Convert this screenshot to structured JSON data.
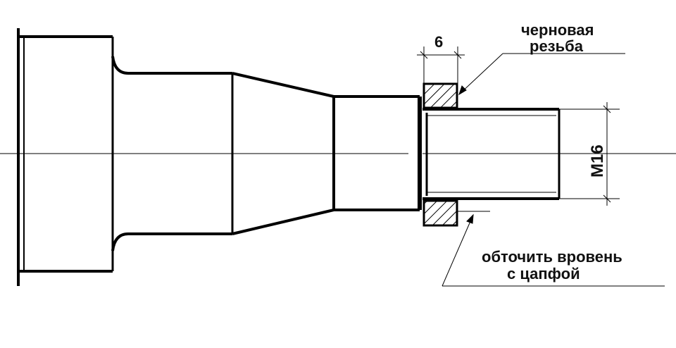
{
  "annotations": {
    "rough_thread_line1": "черновая",
    "rough_thread_line2": "резьба",
    "dimension_width": "6",
    "thread_size": "M16",
    "note_line1": "обточить вровень",
    "note_line2": "с цапфой"
  },
  "colors": {
    "stroke": "#000000",
    "background": "#ffffff"
  }
}
